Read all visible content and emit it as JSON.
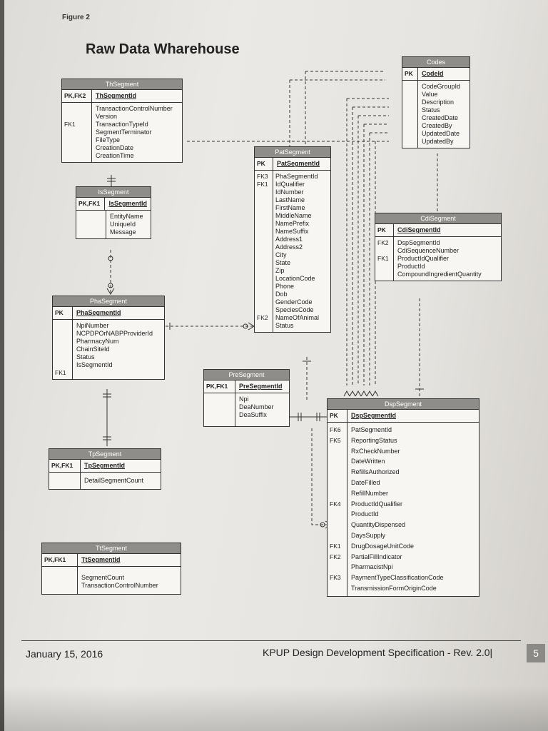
{
  "figure_label": "Figure 2",
  "title": "Raw Data Wharehouse",
  "entities": {
    "codes": {
      "name": "Codes",
      "pk_key": "PK",
      "pk_field": "CodeId",
      "attrs": [
        "CodeGroupId",
        "Value",
        "Description",
        "Status",
        "CreatedDate",
        "CreatedBy",
        "UpdatedDate",
        "UpdatedBy"
      ]
    },
    "thsegment": {
      "name": "ThSegment",
      "pk_key": "PK,FK2",
      "pk_field": "ThSegmentId",
      "attr_keys": "\n\nFK1",
      "attrs": [
        "TransactionControlNumber",
        "Version",
        "TransactionTypeId",
        "SegmentTerminator",
        "FileType",
        "CreationDate",
        "CreationTime"
      ]
    },
    "issegment": {
      "name": "IsSegment",
      "pk_key": "PK,FK1",
      "pk_field": "IsSegmentId",
      "attrs": [
        "EntityName",
        "UniqueId",
        "Message"
      ]
    },
    "patsegment": {
      "name": "PatSegment",
      "pk_key": "PK",
      "pk_field": "PatSegmentId",
      "attr_keys": "FK3\nFK1\n\n\n\n\n\n\n\n\n\n\n\n\n\n\n\n\nFK2",
      "attrs": [
        "PhaSegmentId",
        "IdQualifier",
        "IdNumber",
        "LastName",
        "FirstName",
        "MiddleName",
        "NamePrefix",
        "NameSuffix",
        "Address1",
        "Address2",
        "City",
        "State",
        "Zip",
        "LocationCode",
        "Phone",
        "Dob",
        "GenderCode",
        "SpeciesCode",
        "NameOfAnimal",
        "Status"
      ]
    },
    "cdisegment": {
      "name": "CdiSegment",
      "pk_key": "PK",
      "pk_field": "CdiSegmentId",
      "attr_keys": "FK2\n\nFK1",
      "attrs": [
        "DspSegmentId",
        "CdiSequenceNumber",
        "ProductIdQualifier",
        "ProductId",
        "CompoundIngredientQuantity"
      ]
    },
    "phasegment": {
      "name": "PhaSegment",
      "pk_key": "PK",
      "pk_field": "PhaSegmentId",
      "attr_keys": "\n\n\n\n\n\nFK1",
      "attrs": [
        "NpiNumber",
        "NCPDPOrNABPProviderId",
        "PharmacyNum",
        "ChainSiteId",
        "Status",
        "IsSegmentId"
      ]
    },
    "presegment": {
      "name": "PreSegment",
      "pk_key": "PK,FK1",
      "pk_field": "PreSegmentId",
      "attrs": [
        "Npi",
        "DeaNumber",
        "DeaSuffix"
      ]
    },
    "tpsegment": {
      "name": "TpSegment",
      "pk_key": "PK,FK1",
      "pk_field": "TpSegmentId",
      "attrs": [
        "DetailSegmentCount"
      ]
    },
    "ttsegment": {
      "name": "TtSegment",
      "pk_key": "PK,FK1",
      "pk_field": "TtSegmentId",
      "attrs": [
        "SegmentCount",
        "TransactionControlNumber"
      ]
    },
    "dspsegment": {
      "name": "DspSegment",
      "pk_key": "PK",
      "pk_field": "DspSegmentId",
      "attr_keys": "FK6\nFK5\n\n\n\n\n\nFK4\n\n\n\nFK1\nFK2\n\nFK3",
      "attrs": [
        "PatSegmentId",
        "ReportingStatus",
        "RxCheckNumber",
        "DateWritten",
        "RefillsAuthorized",
        "DateFilled",
        "RefillNumber",
        "ProductIdQualifier",
        "ProductId",
        "QuantityDispensed",
        "DaysSupply",
        "DrugDosageUnitCode",
        "PartialFillIndicator",
        "PharmacistNpi",
        "PaymentTypeClassificationCode",
        "TransmissionFormOriginCode"
      ]
    }
  },
  "footer": {
    "date": "January 15, 2016",
    "doc": "KPUP Design Development Specification - Rev. 2.0|",
    "page": "5"
  }
}
